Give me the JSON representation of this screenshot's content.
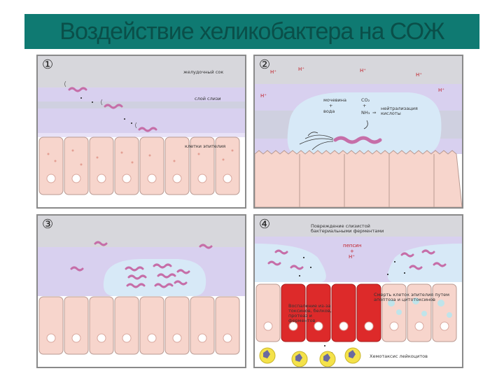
{
  "title": "Воздействие хеликобактера на СОЖ",
  "panels": [
    {
      "number": "①",
      "labels": {
        "gastric_juice": "желудочный сок",
        "mucus_layer": "слой слизи",
        "epithelial_cells": "клетки эпителия"
      }
    },
    {
      "number": "②",
      "labels": {
        "proton": "H⁺",
        "urea_line1": "мочевина",
        "plus": "+",
        "urea_line2": "вода",
        "co2": "CO₂",
        "nh3": "NH₃",
        "arrow": "⇒",
        "neutralization": "нейтрализация кислоты"
      }
    },
    {
      "number": "③",
      "labels": {}
    },
    {
      "number": "④",
      "labels": {
        "enzymes": "Повреждение слизистой бактериальными ферментами",
        "pepsin": "пепсин",
        "plus": "+",
        "proton": "H⁺",
        "cell_death": "Смерть клеток эпителия путем апоптоза и цитотоксинов",
        "inflammation": "Воспаление из-за токсинов, белков, протеаз и ферментов",
        "chemotaxis": "Хемотаксис лейкоцитов"
      }
    }
  ],
  "colors": {
    "title_bar": "#0f7a72",
    "gastric_juice": "#d7d7dc",
    "mucus": "#d8d0ef",
    "cell": "#f7d5cc",
    "bacterium": "#c66ea8",
    "inflamed_cell": "#dd2a2a",
    "leukocyte": "#f4e24a"
  }
}
